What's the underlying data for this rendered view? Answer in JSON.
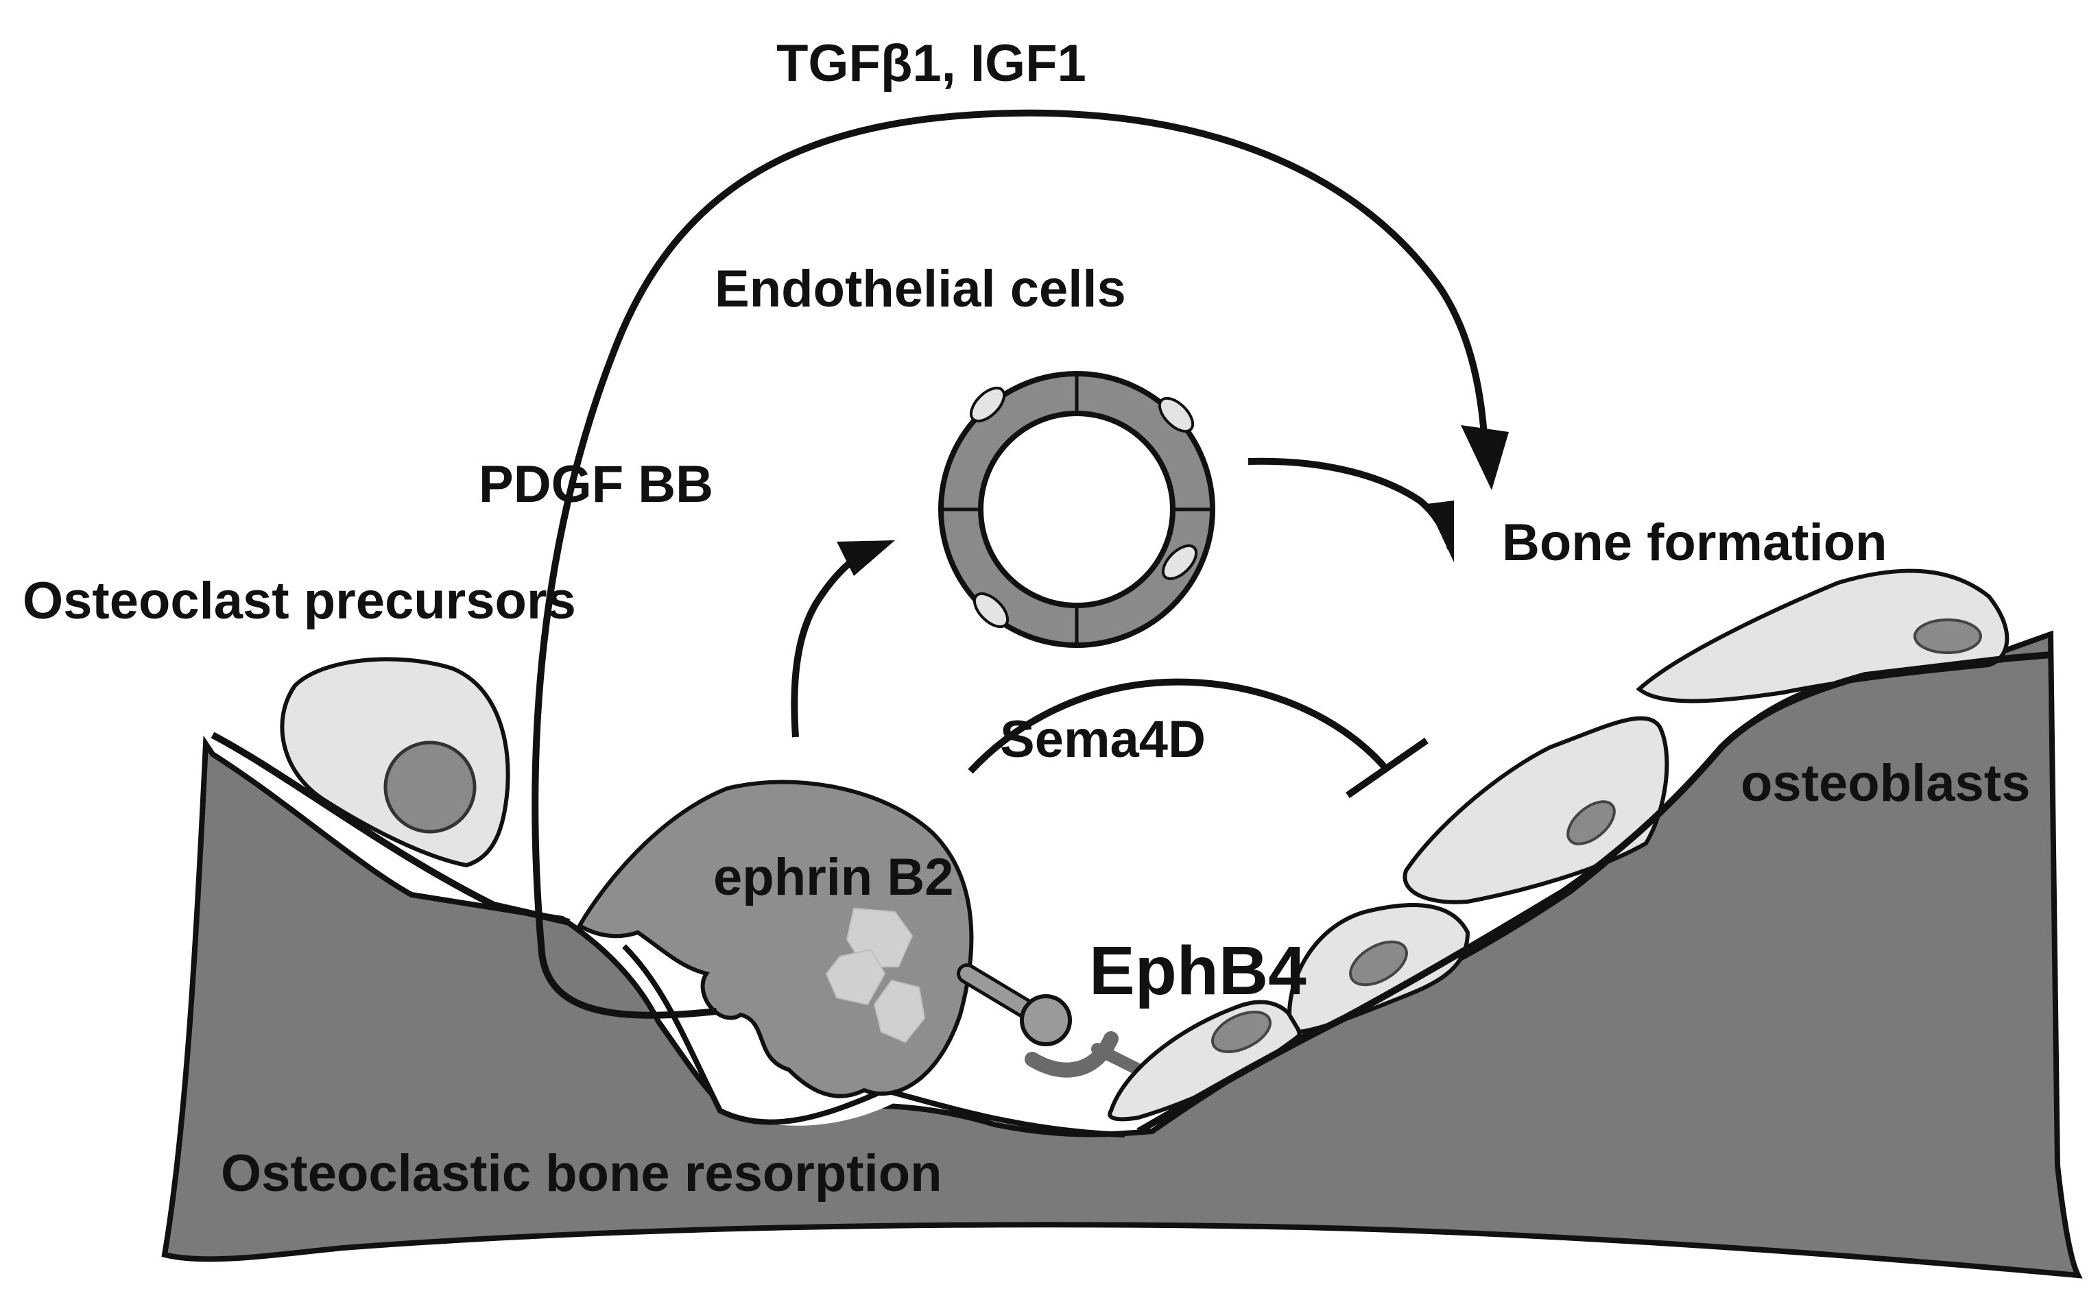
{
  "labels": {
    "tgf_igf": "TGFβ1, IGF1",
    "endothelial": "Endothelial cells",
    "pdgf": "PDGF BB",
    "bone_formation": "Bone formation",
    "osteoclast_precursors": "Osteoclast precursors",
    "sema4d": "Sema4D",
    "osteoblasts": "osteoblasts",
    "ephrin": "ephrin B2",
    "ephb4": "EphB4",
    "resorption": "Osteoclastic bone resorption"
  },
  "colors": {
    "bone": "#7a7a7a",
    "osteoclast": "#8e8e8e",
    "cell_light": "#e4e4e4",
    "nucleus": "#8a8a8a",
    "vessel": "#8a8a8a",
    "receptor": "#9a9a9a",
    "ink": "#111111"
  }
}
